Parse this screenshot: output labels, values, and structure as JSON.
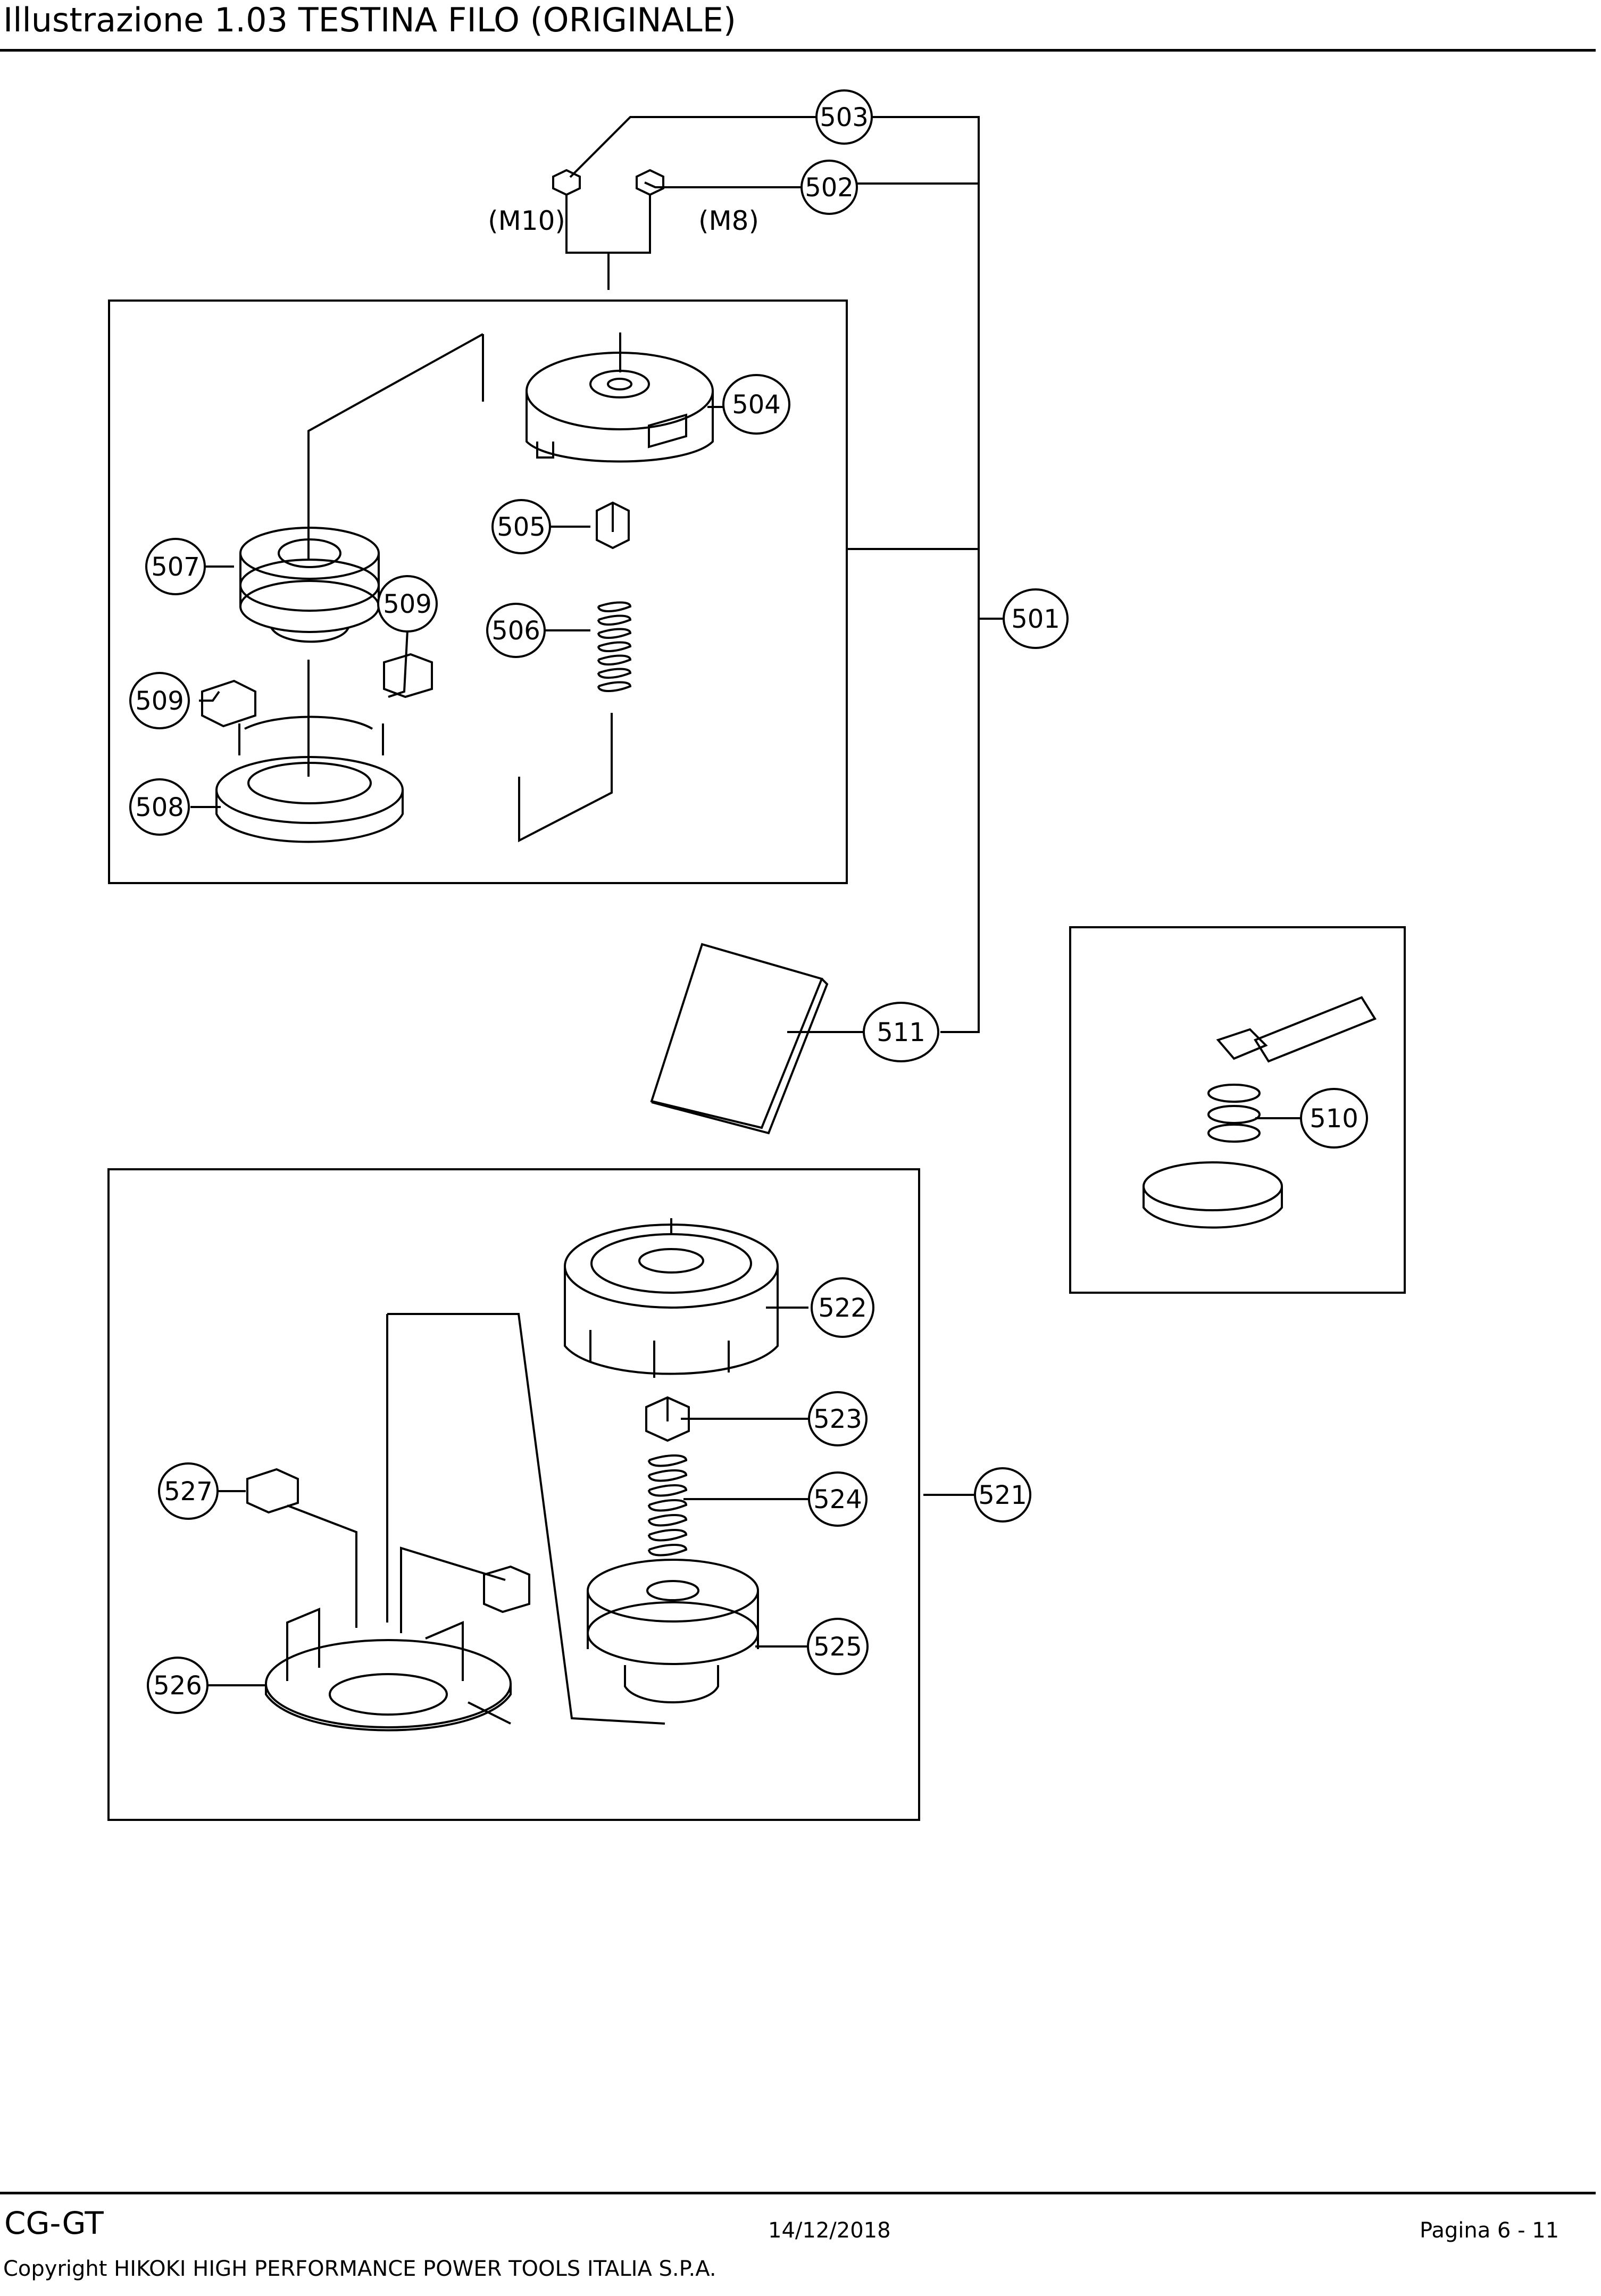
{
  "header": {
    "title": "Illustrazione  1.03 TESTINA FILO (ORIGINALE)"
  },
  "diagram": {
    "labels": {
      "m10": "(M10)",
      "m8": "(M8)"
    },
    "callouts": [
      {
        "id": "503",
        "text": "503"
      },
      {
        "id": "502",
        "text": "502"
      },
      {
        "id": "504",
        "text": "504"
      },
      {
        "id": "505",
        "text": "505"
      },
      {
        "id": "506",
        "text": "506"
      },
      {
        "id": "507",
        "text": "507"
      },
      {
        "id": "509a",
        "text": "509"
      },
      {
        "id": "509b",
        "text": "509"
      },
      {
        "id": "508",
        "text": "508"
      },
      {
        "id": "501",
        "text": "501"
      },
      {
        "id": "511",
        "text": "511"
      },
      {
        "id": "510",
        "text": "510"
      },
      {
        "id": "522",
        "text": "522"
      },
      {
        "id": "523",
        "text": "523"
      },
      {
        "id": "524",
        "text": "524"
      },
      {
        "id": "521",
        "text": "521"
      },
      {
        "id": "527",
        "text": "527"
      },
      {
        "id": "525",
        "text": "525"
      },
      {
        "id": "526",
        "text": "526"
      }
    ]
  },
  "footer": {
    "code": "CG-GT",
    "date": "14/12/2018",
    "page": "Pagina 6 - 11",
    "copyright": "Copyright HIKOKI HIGH PERFORMANCE POWER TOOLS ITALIA S.P.A."
  }
}
